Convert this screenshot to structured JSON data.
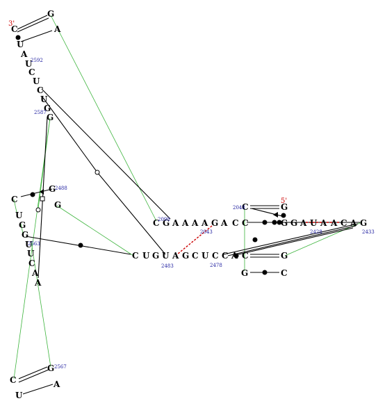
{
  "diagram": {
    "strand_labels": {
      "five_prime": "5'",
      "three_prime": "3'"
    },
    "colors": {
      "nucleotide": "#000000",
      "number": "#2020a0",
      "end_label": "#cc0000",
      "tertiary_line": "#3cb43c",
      "pseudoknot_line": "#cc0000",
      "interaction_line": "#000000"
    },
    "regions": {
      "right_top_stem_5p": [
        "C",
        "G"
      ],
      "right_top_stem_3p": [
        "G",
        "C"
      ],
      "right_bottom_stem_5p": [
        "C",
        "G"
      ],
      "right_bottom_stem_3p": [
        "G",
        "C"
      ],
      "top_strand": [
        "C",
        "G",
        "A",
        "A",
        "A",
        "A",
        "G",
        "A",
        "C",
        "C",
        "G",
        "G",
        "A",
        "U",
        "A",
        "A",
        "C",
        "A",
        "G"
      ],
      "bottom_strand": [
        "C",
        "U",
        "G",
        "U",
        "A",
        "G",
        "C",
        "U",
        "C",
        "C",
        "A",
        "C"
      ],
      "left_top_stem_5p": [
        "C",
        "U",
        "A",
        "U",
        "C",
        "U",
        "C",
        "U",
        "G",
        "G"
      ],
      "left_top_stem_3p": [
        "G",
        "A"
      ],
      "left_mid_region": [
        "G",
        "C",
        "U",
        "G",
        "G",
        "G",
        "U",
        "U",
        "C",
        "A"
      ],
      "left_bottom_loop": [
        "G",
        "C",
        "U",
        "A"
      ]
    },
    "residue_numbers": [
      "2592",
      "2587",
      "2488",
      "2563",
      "2567",
      "2098",
      "2043",
      "2048",
      "2483",
      "2478",
      "2428",
      "2433"
    ]
  }
}
